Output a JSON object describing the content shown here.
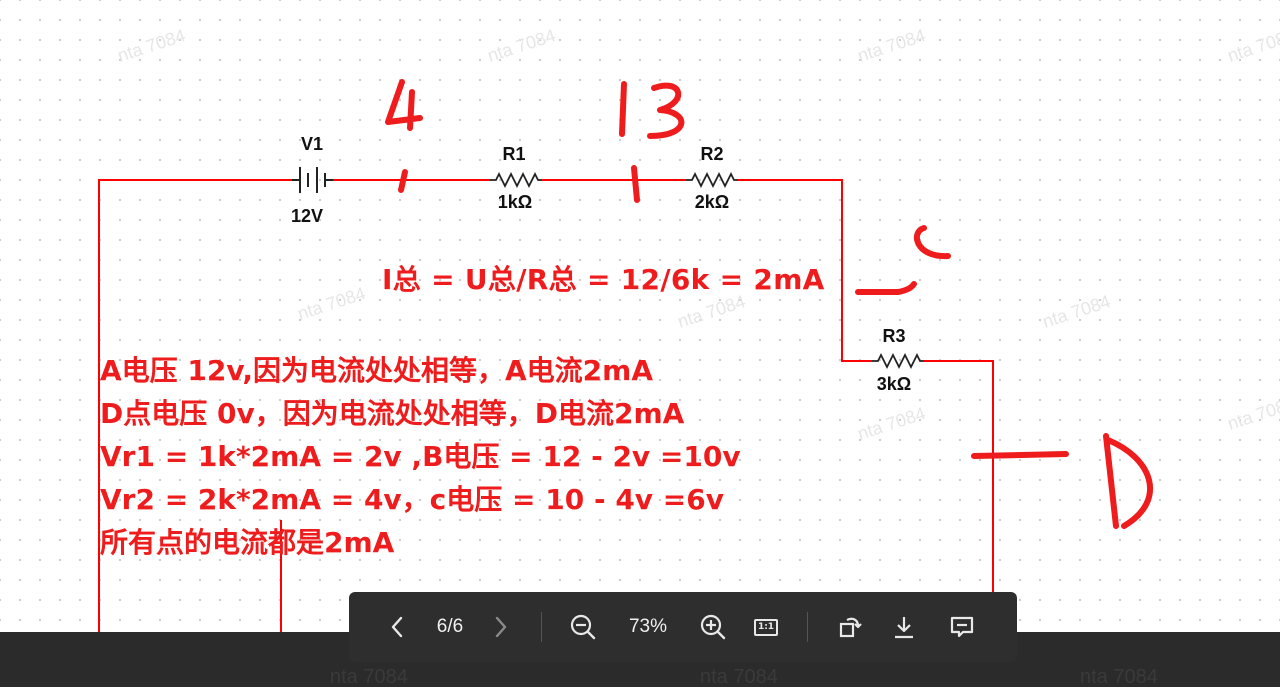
{
  "watermark": "nta 7084",
  "circuit": {
    "source": {
      "name": "V1",
      "value": "12V"
    },
    "resistors": [
      {
        "name": "R1",
        "value": "1kΩ"
      },
      {
        "name": "R2",
        "value": "2kΩ"
      },
      {
        "name": "R3",
        "value": "3kΩ"
      }
    ]
  },
  "annotations": {
    "equation": "I总 = U总/R总 = 12/6k = 2mA",
    "lines": [
      "A电压 12v,因为电流处处相等，A电流2mA",
      "D点电压 0v，因为电流处处相等，D电流2mA",
      "Vr1 = 1k*2mA = 2v ,B电压 = 12 - 2v =10v",
      "Vr2 = 2k*2mA = 4v，c电压 = 10 - 4v =6v",
      "所有点的电流都是2mA"
    ]
  },
  "toolbar": {
    "page_indicator": "6/6",
    "zoom_level": "73%",
    "actual_size_label": "1:1",
    "icons": [
      "chevron-left-icon",
      "chevron-right-icon",
      "zoom-out-icon",
      "zoom-in-icon",
      "actual-size-icon",
      "rotate-icon",
      "download-icon",
      "comment-icon"
    ]
  },
  "colors": {
    "ink": "#ee1c1c",
    "wire": "#ff0000",
    "toolbar_bg": "#2e2e2e"
  }
}
